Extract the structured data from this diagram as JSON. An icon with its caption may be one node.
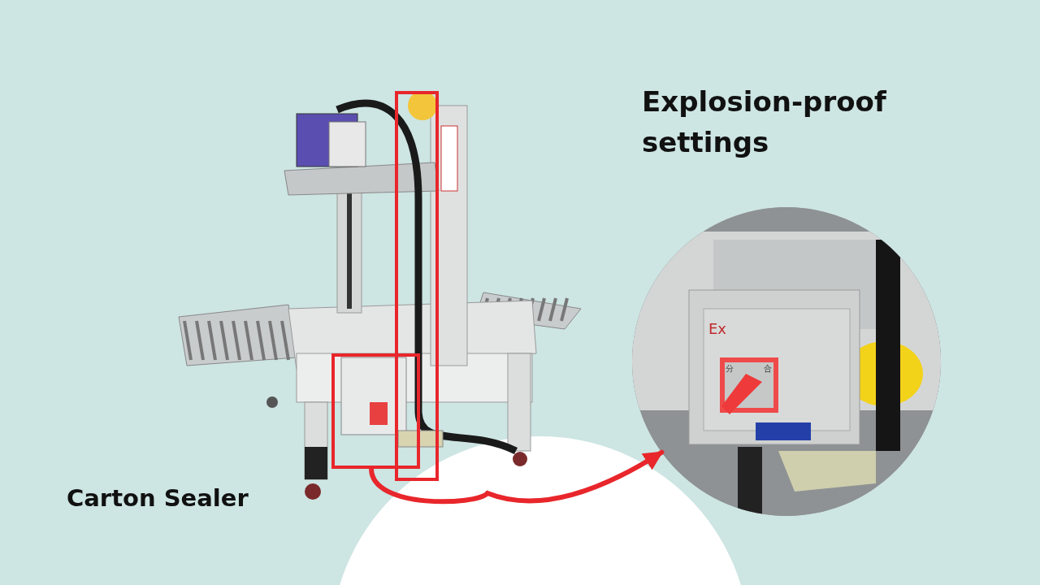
{
  "diagram": {
    "title": "Explosion-proof settings",
    "nodes": [
      {
        "text": [],
        "shape": "picture",
        "beside": [
          "Carton Sealer"
        ]
      },
      {
        "text": [],
        "shape": "box",
        "in": 0
      },
      {
        "text": [],
        "shape": "box",
        "in": 0
      },
      {
        "text": [],
        "shape": "picture"
      }
    ],
    "edges": [
      {
        "from": 2,
        "to": 3,
        "arrow": "to"
      }
    ],
    "labels": [
      "Ex",
      "分",
      "合"
    ]
  }
}
